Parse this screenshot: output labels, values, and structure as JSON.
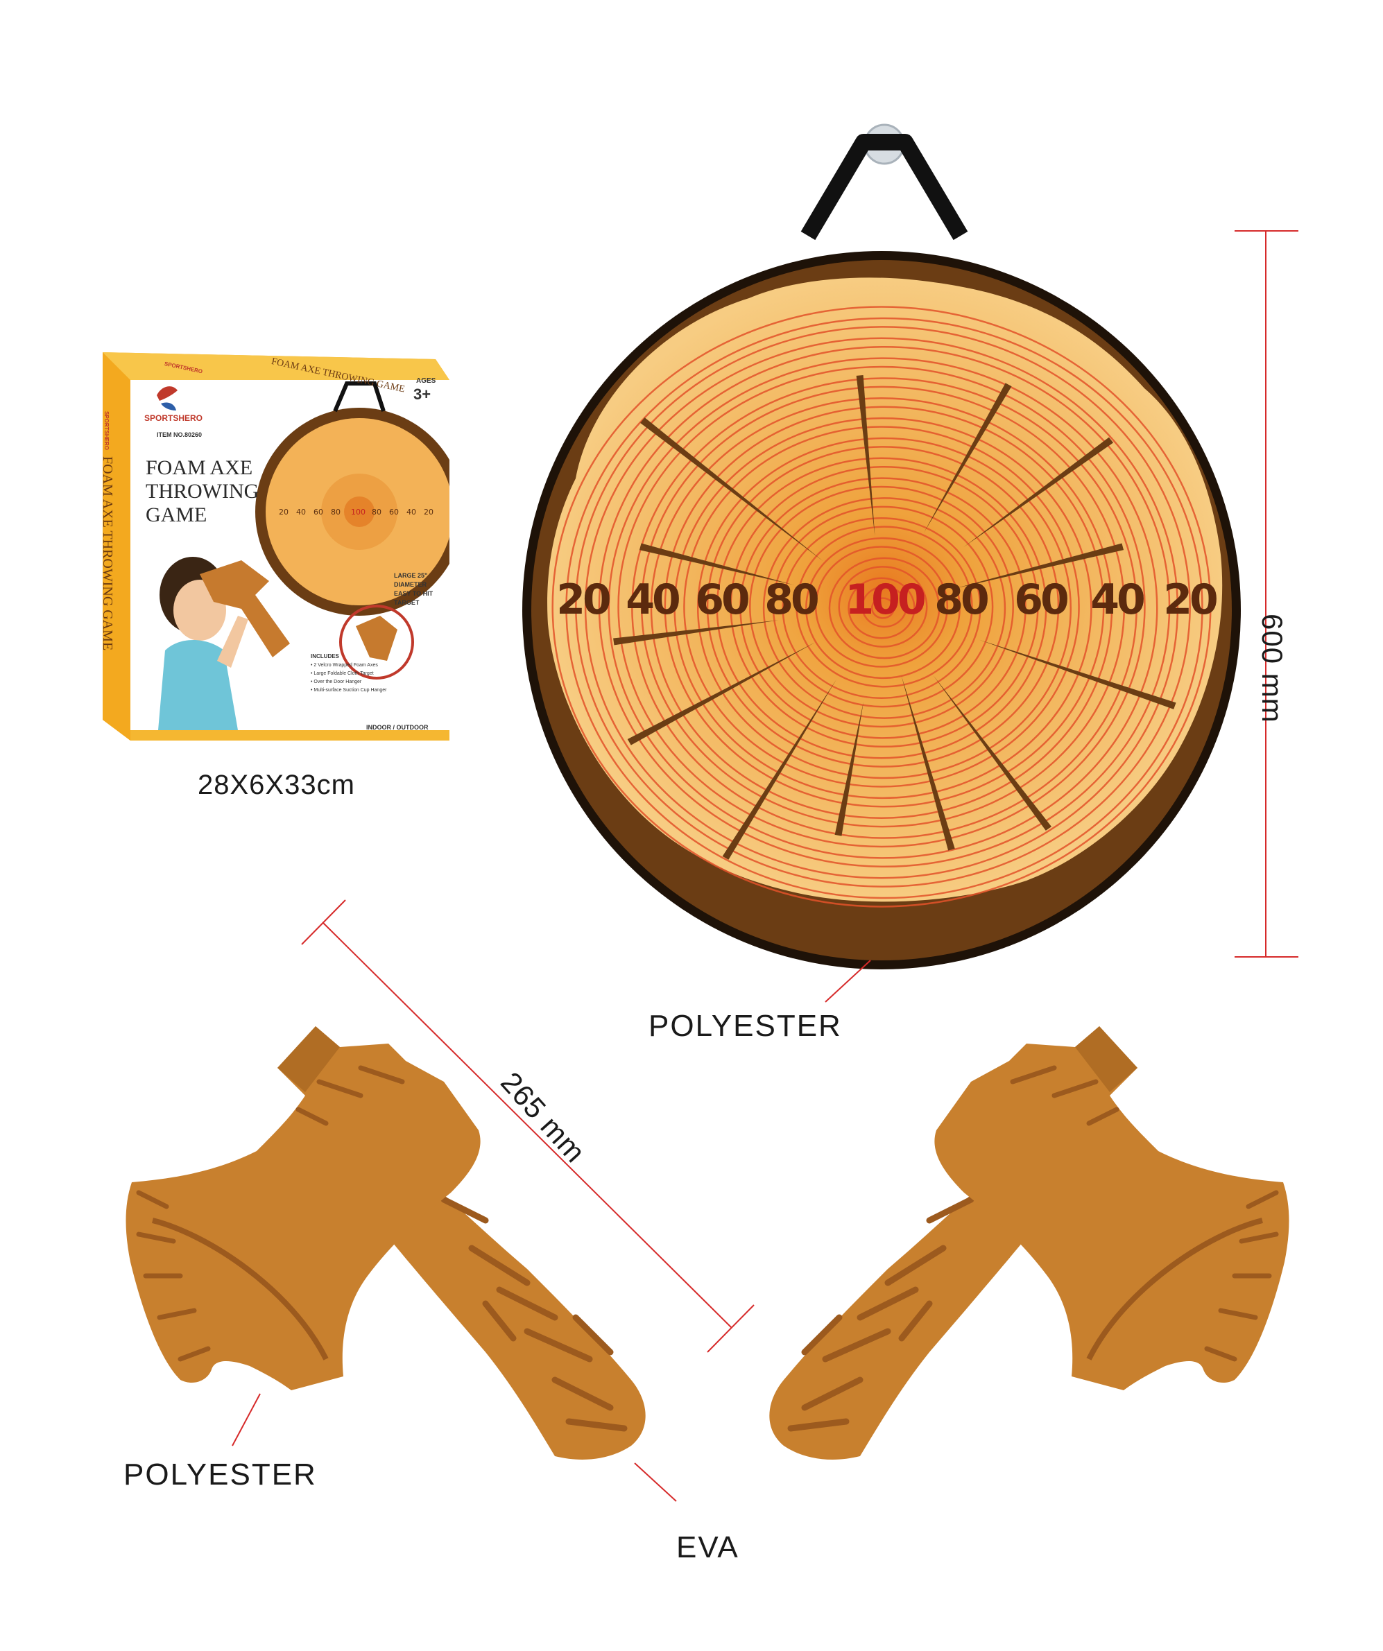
{
  "box": {
    "brand": "SPORTSHERO",
    "item_no": "ITEM NO.80260",
    "title_lines": [
      "FOAM AXE",
      "THROWING",
      "GAME"
    ],
    "side_title": "FOAM AXE THROWING GAME",
    "ages_label": "AGES",
    "ages_value": "3+",
    "info": [
      "LARGE 25\"",
      "DIAMETER",
      "EASY TO HIT",
      "TARGET"
    ],
    "includes_heading": "INCLUDES",
    "includes": [
      "• 2 Velcro Wrapped Foam Axes",
      "• Large Foldable Cloth Target",
      "• Over the Door Hanger",
      "• Multi-surface Suction Cup Hanger"
    ],
    "indoor_outdoor": "INDOOR / OUTDOOR",
    "scores": [
      "20",
      "40",
      "60",
      "80",
      "100",
      "80",
      "60",
      "40",
      "20"
    ],
    "dimensions": "28X6X33cm"
  },
  "target": {
    "scores": [
      "20",
      "40",
      "60",
      "80",
      "100",
      "80",
      "60",
      "40",
      "20"
    ],
    "material": "POLYESTER",
    "size": "600 mm"
  },
  "axes": {
    "length": "265 mm",
    "head_material": "POLYESTER",
    "handle_material": "EVA"
  },
  "colors": {
    "wood_light": "#f6c87a",
    "wood_mid": "#eea648",
    "wood_orange": "#e88a2a",
    "bark": "#6b3d14",
    "rim": "#1e1208",
    "ring_line": "#e3532a",
    "axe": "#c8802e",
    "axe_dark": "#9c5a1e",
    "dimension_line": "#d62a2a"
  }
}
